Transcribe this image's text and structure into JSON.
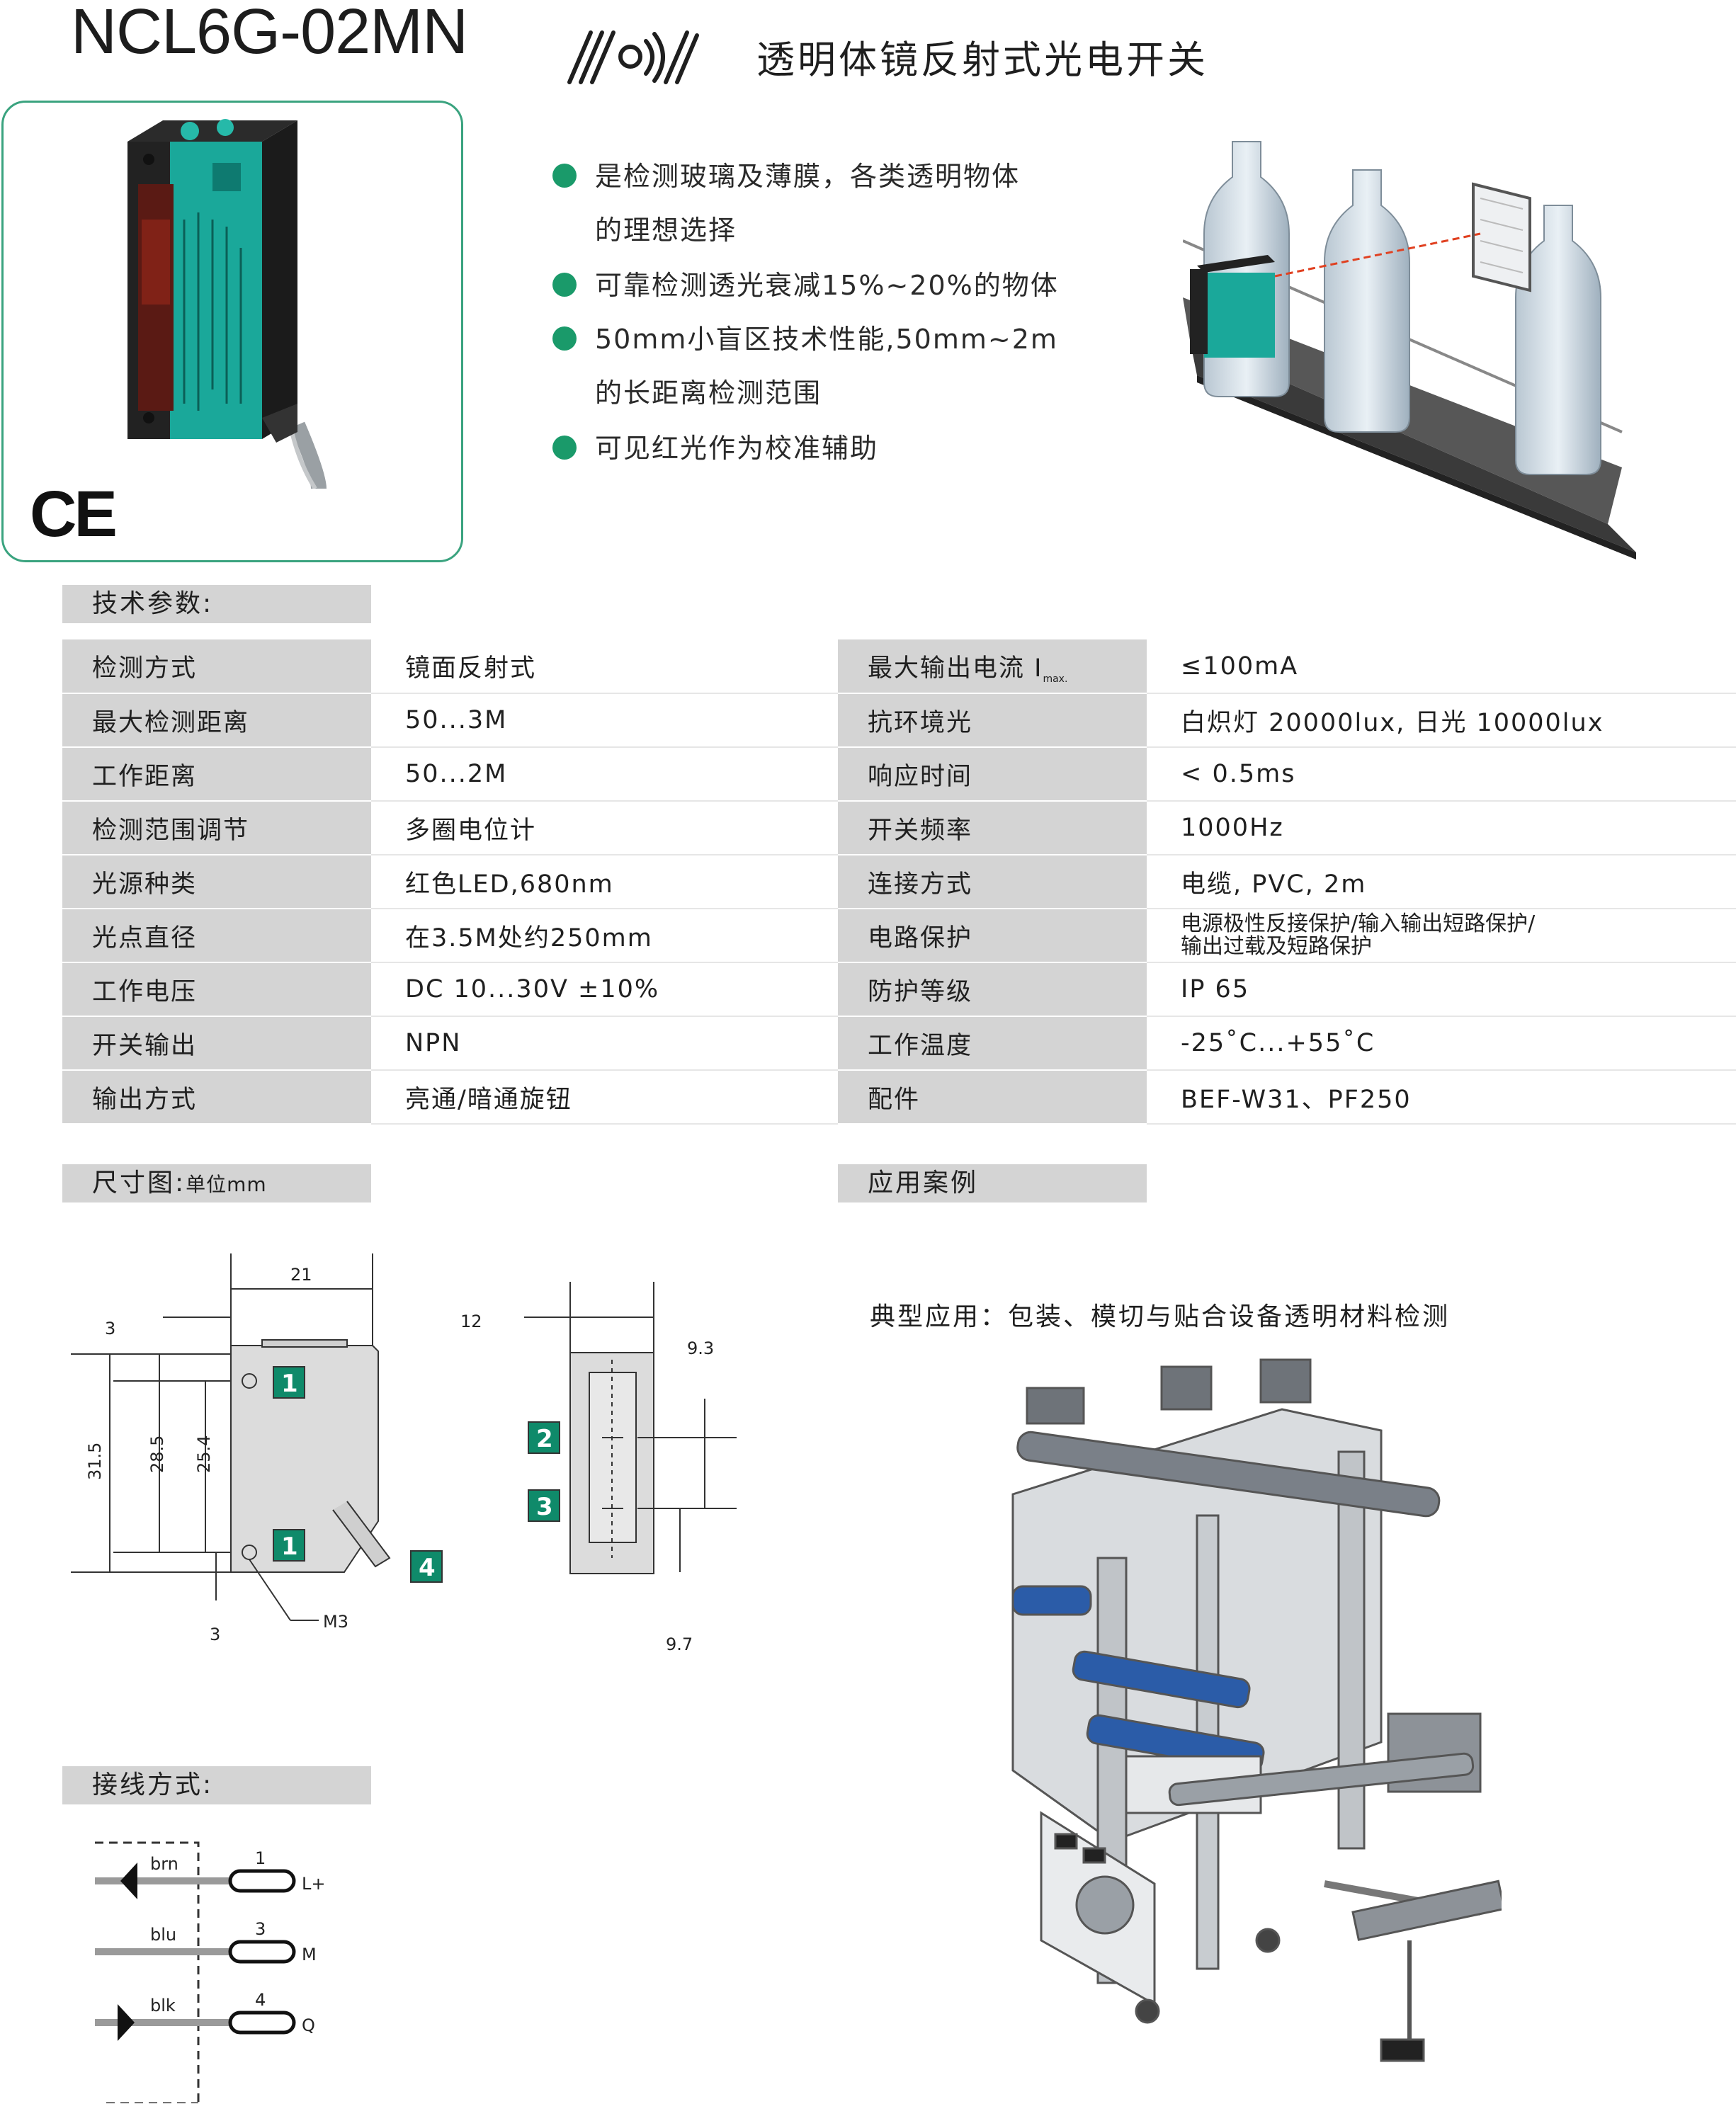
{
  "header": {
    "model": "NCL6G-02MN",
    "product_name": "透明体镜反射式光电开关",
    "logo_icon": "reflection-waves-icon"
  },
  "product_photo": {
    "cert_mark": "CE",
    "accent_color": "#1aa89a",
    "border_color": "#3aa37f"
  },
  "features": [
    {
      "lines": [
        "是检测玻璃及薄膜，各类透明物体",
        "的理想选择"
      ]
    },
    {
      "lines": [
        "可靠检测透光衰减15%~20%的物体"
      ]
    },
    {
      "lines": [
        "50mm小盲区技术性能,50mm~2m",
        "的长距离检测范围"
      ]
    },
    {
      "lines": [
        "可见红光作为校准辅助"
      ]
    }
  ],
  "spec_section": {
    "title": "技术参数:",
    "left": [
      {
        "key": "检测方式",
        "value": "镜面反射式"
      },
      {
        "key": "最大检测距离",
        "value": "50...3M"
      },
      {
        "key": "工作距离",
        "value": "50...2M"
      },
      {
        "key": "检测范围调节",
        "value": "多圈电位计"
      },
      {
        "key": "光源种类",
        "value": "红色LED,680nm"
      },
      {
        "key": "光点直径",
        "value": "在3.5M处约250mm"
      },
      {
        "key": "工作电压",
        "value": "DC 10...30V ±10%"
      },
      {
        "key": "开关输出",
        "value": "NPN"
      },
      {
        "key": "输出方式",
        "value": "亮通/暗通旋钮"
      }
    ],
    "right": [
      {
        "key": "最大输出电流 I",
        "key_sub": "max.",
        "value": "≤100mA"
      },
      {
        "key": "抗环境光",
        "value": "白炽灯  20000lux, 日光  10000lux"
      },
      {
        "key": "响应时间",
        "value": "< 0.5ms"
      },
      {
        "key": "开关频率",
        "value": "1000Hz"
      },
      {
        "key": "连接方式",
        "value": "电缆, PVC, 2m"
      },
      {
        "key": "电路保护",
        "value": "电源极性反接保护/输入输出短路保护/",
        "value2": "输出过载及短路保护"
      },
      {
        "key": "防护等级",
        "value": "IP 65"
      },
      {
        "key": "工作温度",
        "value": "-25˚C...+55˚C"
      },
      {
        "key": "配件",
        "value": "BEF-W31、PF250"
      }
    ]
  },
  "dimension_section": {
    "title": "尺寸图:",
    "unit": "单位mm",
    "labels": {
      "w21": "21",
      "d3a": "3",
      "h315": "31.5",
      "h285": "28.5",
      "h254": "25.4",
      "d3b": "3",
      "m3": "M3",
      "w12": "12",
      "d93": "9.3",
      "d97": "9.7",
      "n1a": "1",
      "n1b": "1",
      "n2": "2",
      "n3": "3",
      "n4": "4"
    }
  },
  "application_section": {
    "title": "应用案例",
    "description": "典型应用：包装、模切与贴合设备透明材料检测"
  },
  "wiring_section": {
    "title": "接线方式:",
    "wires": [
      {
        "color": "brn",
        "pin": "1",
        "signal": "L+"
      },
      {
        "color": "blu",
        "pin": "3",
        "signal": "M"
      },
      {
        "color": "blk",
        "pin": "4",
        "signal": "Q"
      }
    ]
  }
}
